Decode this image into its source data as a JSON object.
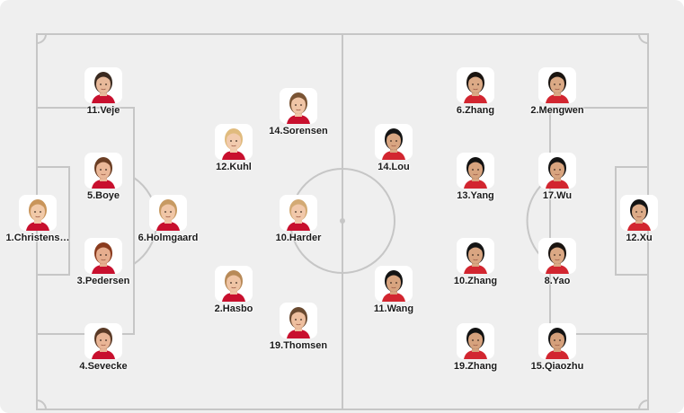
{
  "pitch": {
    "background_color": "#efefef",
    "line_color": "#c6c6c6"
  },
  "players": [
    {
      "id": "christensen",
      "label": "1.Christens…",
      "team": "home",
      "skin": "#f1c9a8",
      "hair": "#c9955a"
    },
    {
      "id": "veje",
      "label": "11.Veje",
      "team": "home",
      "skin": "#e8b99a",
      "hair": "#3a2a20"
    },
    {
      "id": "boye",
      "label": "5.Boye",
      "team": "home",
      "skin": "#eab798",
      "hair": "#6b3e24"
    },
    {
      "id": "pedersen",
      "label": "3.Pedersen",
      "team": "home",
      "skin": "#e6ad8e",
      "hair": "#8a3b1e"
    },
    {
      "id": "sevecke",
      "label": "4.Sevecke",
      "team": "home",
      "skin": "#e9b596",
      "hair": "#5a3a26"
    },
    {
      "id": "holmgaard",
      "label": "6.Holmgaard",
      "team": "home",
      "skin": "#f0c6a6",
      "hair": "#c79a62"
    },
    {
      "id": "kuhl",
      "label": "12.Kuhl",
      "team": "home",
      "skin": "#f2cbae",
      "hair": "#e0bb7e"
    },
    {
      "id": "hasbo",
      "label": "2.Hasbo",
      "team": "home",
      "skin": "#efc4a4",
      "hair": "#b88a58"
    },
    {
      "id": "sorensen",
      "label": "14.Sorensen",
      "team": "home",
      "skin": "#f0c5a6",
      "hair": "#7a5434"
    },
    {
      "id": "harder",
      "label": "10.Harder",
      "team": "home",
      "skin": "#f1c8aa",
      "hair": "#d3aa74"
    },
    {
      "id": "thomsen",
      "label": "19.Thomsen",
      "team": "home",
      "skin": "#eebf9f",
      "hair": "#6a4a30"
    },
    {
      "id": "lou",
      "label": "14.Lou",
      "team": "away",
      "skin": "#d9a682",
      "hair": "#151515"
    },
    {
      "id": "wang",
      "label": "11.Wang",
      "team": "away",
      "skin": "#d8a47f",
      "hair": "#141414"
    },
    {
      "id": "zhang6",
      "label": "6.Zhang",
      "team": "away",
      "skin": "#dcaa86",
      "hair": "#1a1410"
    },
    {
      "id": "yang",
      "label": "13.Yang",
      "team": "away",
      "skin": "#d7a37e",
      "hair": "#121212"
    },
    {
      "id": "zhang10",
      "label": "10.Zhang",
      "team": "away",
      "skin": "#d9a581",
      "hair": "#151515"
    },
    {
      "id": "zhang19",
      "label": "19.Zhang",
      "team": "away",
      "skin": "#d6a27d",
      "hair": "#121212"
    },
    {
      "id": "mengwen",
      "label": "2.Mengwen",
      "team": "away",
      "skin": "#dba985",
      "hair": "#1a1410"
    },
    {
      "id": "wu",
      "label": "17.Wu",
      "team": "away",
      "skin": "#d8a47f",
      "hair": "#141414"
    },
    {
      "id": "yao",
      "label": "8.Yao",
      "team": "away",
      "skin": "#dba884",
      "hair": "#1a1410"
    },
    {
      "id": "qiaozhu",
      "label": "15.Qiaozhu",
      "team": "away",
      "skin": "#d5a07b",
      "hair": "#141414"
    },
    {
      "id": "xu",
      "label": "12.Xu",
      "team": "away",
      "skin": "#dcab88",
      "hair": "#141414"
    }
  ]
}
